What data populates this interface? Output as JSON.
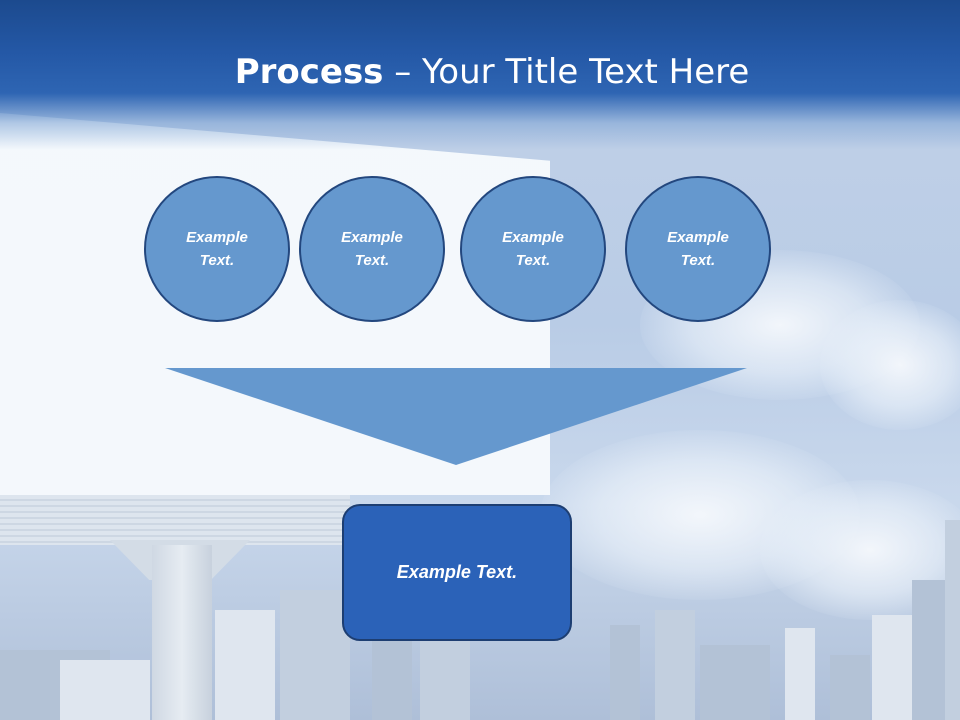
{
  "slide": {
    "title_bold": "Process",
    "title_rest": " – Your Title Text Here",
    "colors": {
      "header": "#2458a6",
      "circle_fill": "#6598ce",
      "circle_border": "#23477e",
      "result_fill": "#2b62b8"
    }
  },
  "process": {
    "steps": [
      {
        "label": "Example Text."
      },
      {
        "label": "Example Text."
      },
      {
        "label": "Example Text."
      },
      {
        "label": "Example Text."
      }
    ],
    "result_label": "Example Text."
  }
}
